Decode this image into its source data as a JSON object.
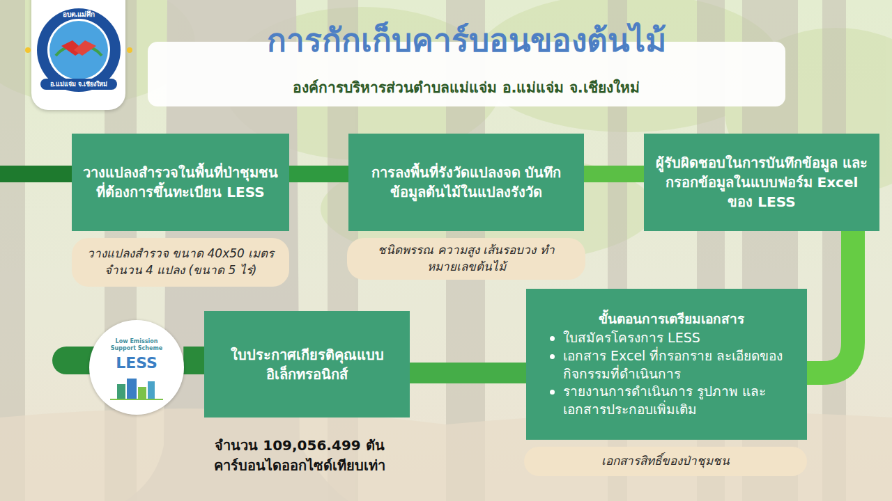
{
  "diagram": {
    "title": "การกักเก็บคาร์บอนของต้นไม้",
    "nodes": [
      {
        "text": [
          "วางแปลงสำรวจในพื้นที่ป่าชุมชนที่ต้องการขึ้นทะเบียน LESS"
        ]
      },
      {
        "text": [
          "วางแปลงสำรวจ ขนาด 40x50 เมตร จำนวน 4 แปลง (ขนาด 5 ไร่)"
        ]
      },
      {
        "text": [
          "การลงพื้นที่รังวัดแปลงจด บันทึกข้อมูลต้นไม้ในแปลงรังวัด"
        ]
      },
      {
        "text": [
          "ชนิดพรรณ ความสูง เส้นรอบวง ทำหมายเลขต้นไม้"
        ]
      },
      {
        "text": [
          "ผู้รับผิดชอบในการบันทึกข้อมูล และกรอกข้อมูลในแบบฟอร์ม Excel ของ LESS"
        ]
      },
      {
        "text": [
          "ขั้นตอนการเตรียมเอกสาร",
          "ใบสมัครโครงการ LESS",
          "เอกสาร Excel ที่กรอกราย ละเอียดของกิจกรรมที่ดำเนินการ",
          "รายงานการดำเนินการ รูปภาพ และเอกสารประกอบเพิ่มเติม"
        ]
      },
      {
        "text": [
          "เอกสารสิทธิ์ของป่าชุมชน"
        ]
      },
      {
        "text": [
          "ใบประกาศเกียรติคุณแบบอิเล็กทรอนิกส์"
        ]
      },
      {
        "text": [
          "Low Emission Support Scheme",
          "LESS"
        ]
      }
    ],
    "edges": [
      {
        "from": 0,
        "to": 2,
        "arrow": "none"
      },
      {
        "from": 2,
        "to": 4,
        "arrow": "none"
      },
      {
        "from": 4,
        "to": 5,
        "arrow": "none"
      },
      {
        "from": 5,
        "to": 7,
        "arrow": "none"
      },
      {
        "from": 7,
        "to": 8,
        "arrow": "none"
      }
    ],
    "labels": [
      "องค์การบริหารส่วนตำบลแม่แจ่ม อ.แม่แจ่ม จ.เชียงใหม่",
      "อบต.แม่ศึก",
      "อ.แม่แจ่ม จ.เชียงใหม่",
      "จำนวน 109,056.499 ตันคาร์บอนไดออกไซด์เทียบเท่า"
    ]
  }
}
